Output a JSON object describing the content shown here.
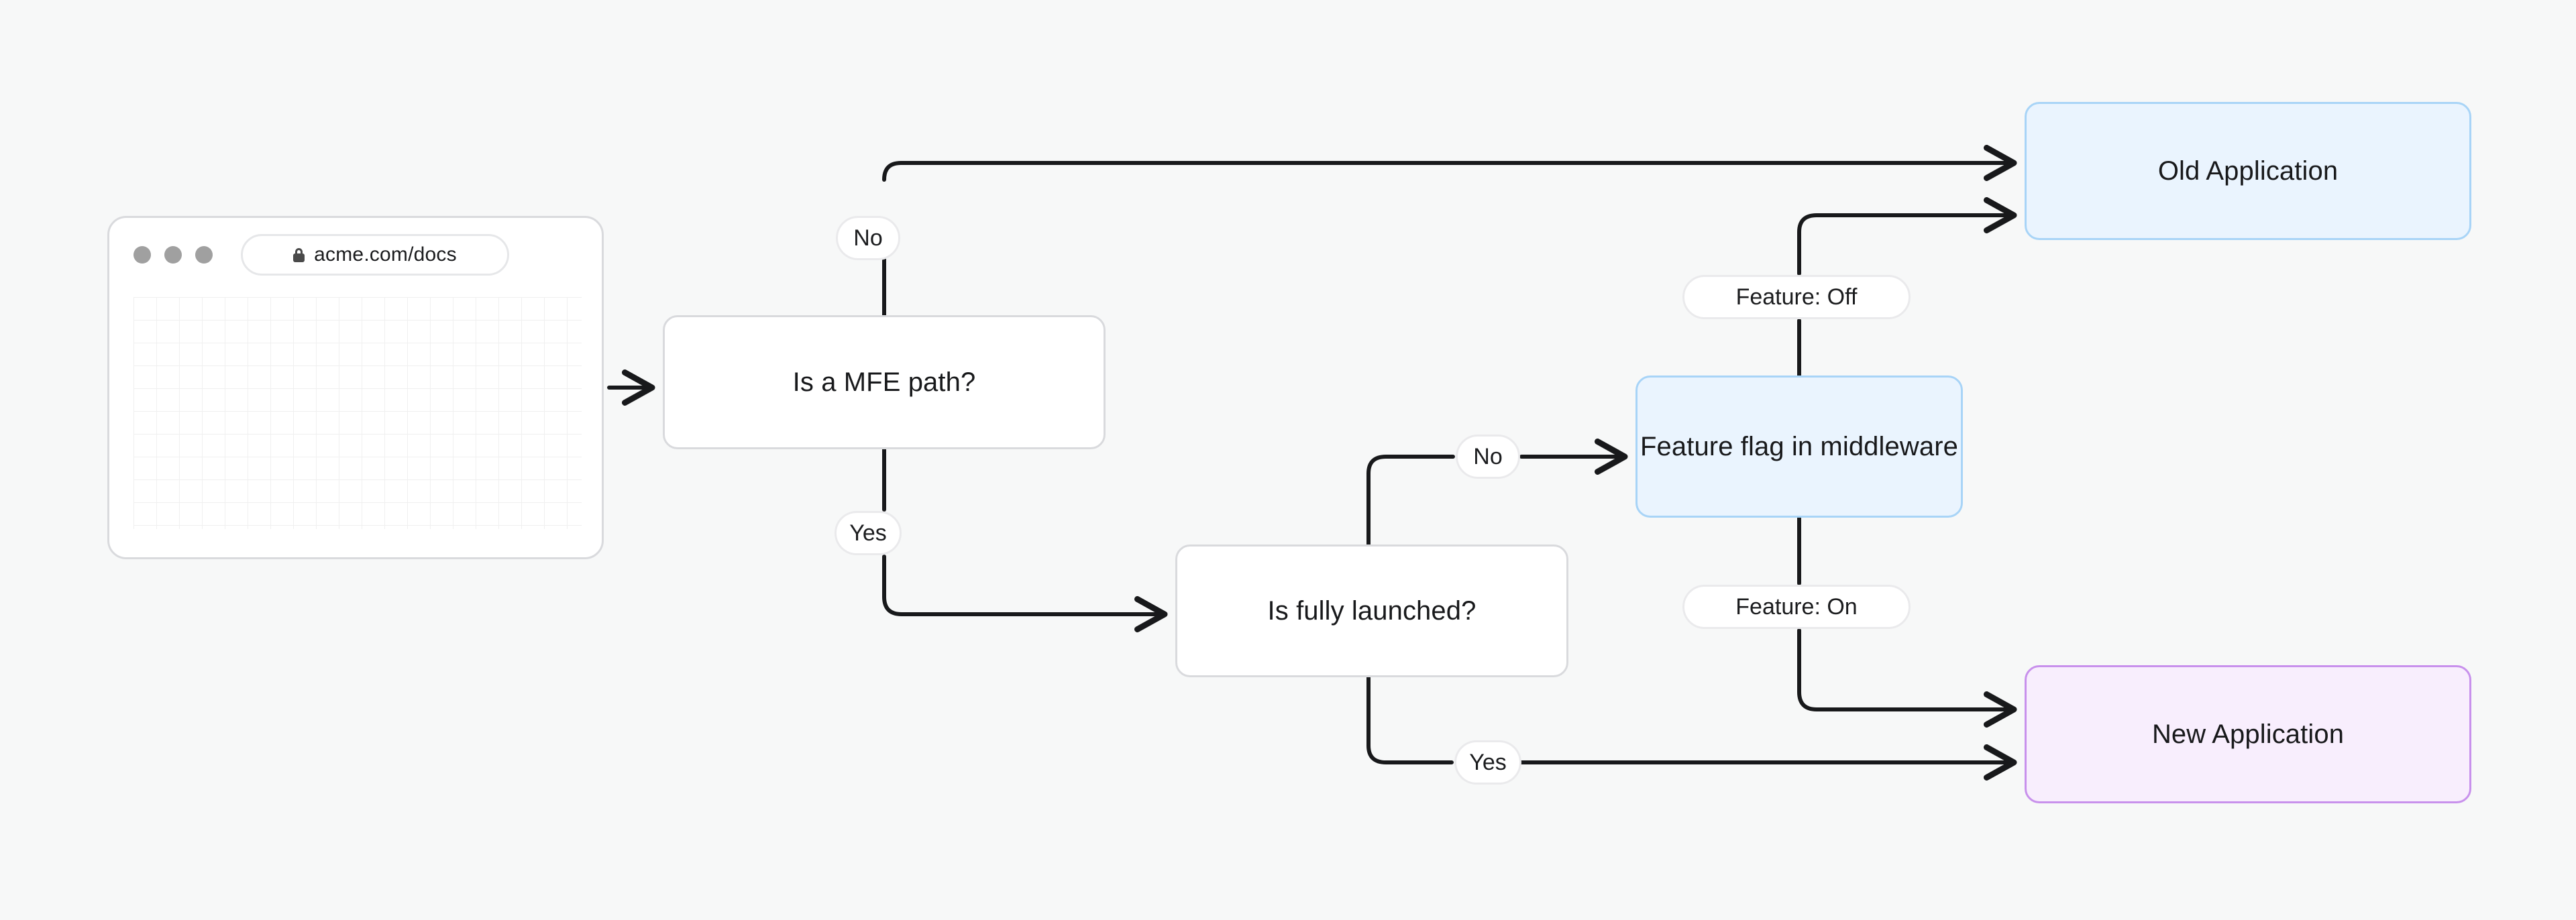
{
  "meta": {
    "title": "MFE routing decision flowchart",
    "background_color": "#f7f8f8",
    "edge_color": "#18191b"
  },
  "browser": {
    "name": "browser-window-mock",
    "url": "acme.com/docs",
    "secure_icon": "lock-icon",
    "traffic_lights": [
      "close-dot",
      "minimize-dot",
      "maximize-dot"
    ]
  },
  "nodes": {
    "mfe": {
      "label": "Is a MFE path?",
      "type": "decision"
    },
    "launched": {
      "label": "Is fully launched?",
      "type": "decision"
    },
    "flag": {
      "label": "Feature flag in middleware",
      "type": "process",
      "fill": "#eaf4fe",
      "stroke": "#a8d4f7"
    },
    "old_app": {
      "label": "Old Application",
      "type": "terminal",
      "fill": "#eaf4fe",
      "stroke": "#a8d4f7"
    },
    "new_app": {
      "label": "New Application",
      "type": "terminal",
      "fill": "#f8eefd",
      "stroke": "#c891ec"
    }
  },
  "edge_labels": {
    "no_mfe": "No",
    "yes_mfe": "Yes",
    "no_launched": "No",
    "yes_launched": "Yes",
    "feature_off": "Feature: Off",
    "feature_on": "Feature: On"
  },
  "chart_data": {
    "type": "diagram",
    "diagram_kind": "flowchart",
    "title": "MFE routing decision flowchart",
    "direction": "left-to-right",
    "nodes": [
      {
        "id": "browser",
        "label": "acme.com/docs",
        "shape": "browser-mock"
      },
      {
        "id": "mfe",
        "label": "Is a MFE path?",
        "shape": "rounded-rect"
      },
      {
        "id": "launched",
        "label": "Is fully launched?",
        "shape": "rounded-rect"
      },
      {
        "id": "flag",
        "label": "Feature flag in middleware",
        "shape": "rounded-rect",
        "fill": "#eaf4fe"
      },
      {
        "id": "old_app",
        "label": "Old Application",
        "shape": "rounded-rect",
        "fill": "#eaf4fe"
      },
      {
        "id": "new_app",
        "label": "New Application",
        "shape": "rounded-rect",
        "fill": "#f8eefd"
      }
    ],
    "edges": [
      {
        "from": "browser",
        "to": "mfe",
        "label": ""
      },
      {
        "from": "mfe",
        "to": "old_app",
        "label": "No"
      },
      {
        "from": "mfe",
        "to": "launched",
        "label": "Yes"
      },
      {
        "from": "launched",
        "to": "flag",
        "label": "No"
      },
      {
        "from": "launched",
        "to": "new_app",
        "label": "Yes"
      },
      {
        "from": "flag",
        "to": "old_app",
        "label": "Feature: Off"
      },
      {
        "from": "flag",
        "to": "new_app",
        "label": "Feature: On"
      }
    ]
  }
}
